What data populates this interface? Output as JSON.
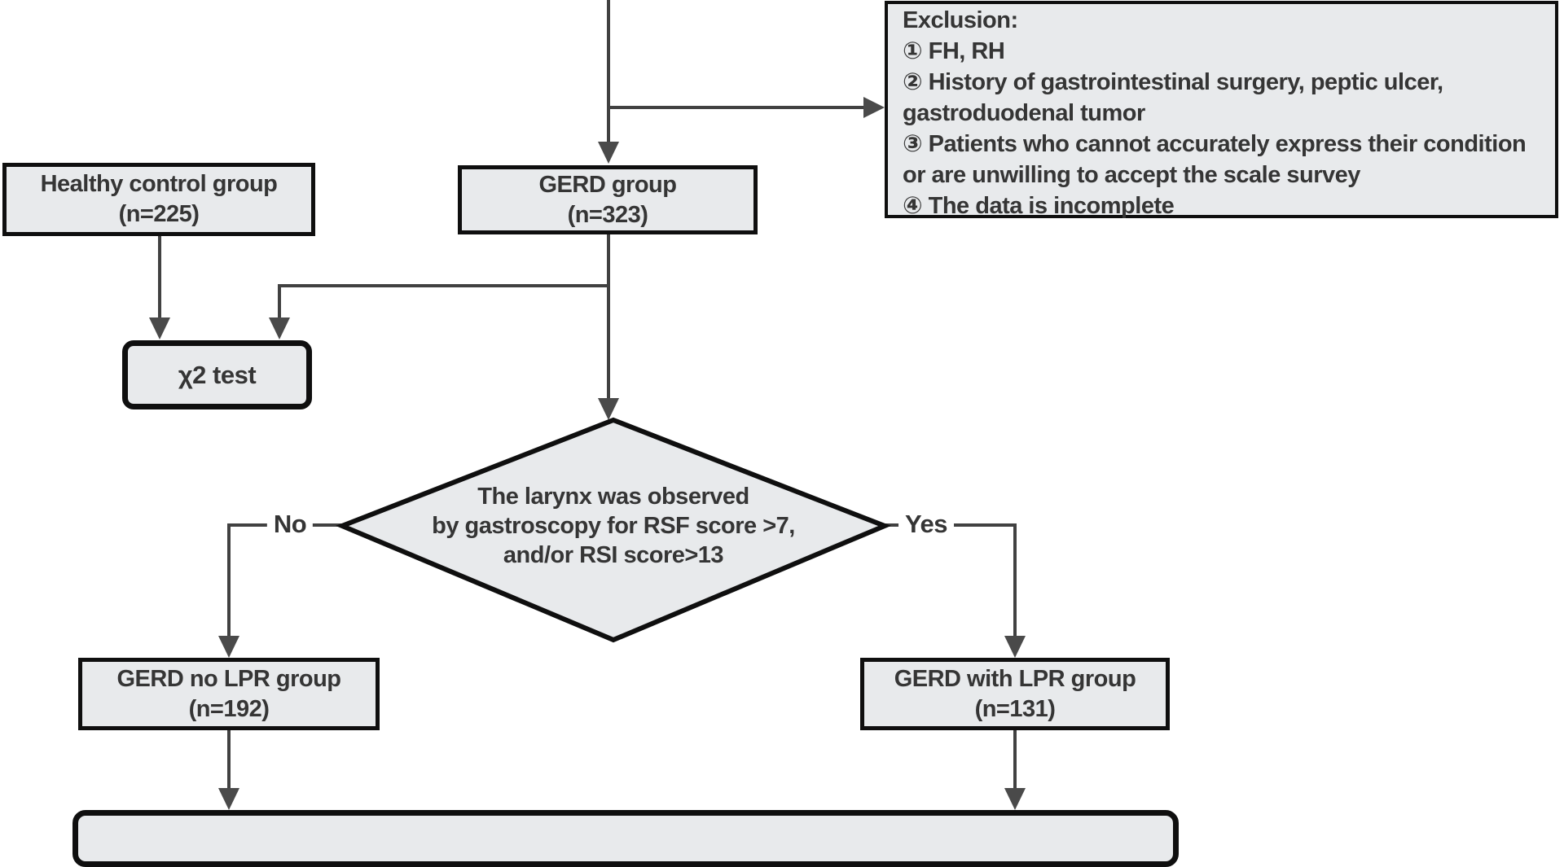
{
  "diagram": {
    "colors": {
      "node_fill": "#e8eaec",
      "node_border": "#0f0f0f",
      "connector": "#414141",
      "arrowhead": "#4a4a4a",
      "text": "#353535"
    },
    "nodes": {
      "healthy_control": {
        "title": "Healthy control group",
        "count": "(n=225)"
      },
      "gerd": {
        "title": "GERD group",
        "count": "(n=323)"
      },
      "exclusion": {
        "title": "Exclusion:",
        "items": [
          "① FH, RH",
          "② History of gastrointestinal surgery, peptic ulcer, gastroduodenal tumor",
          "③ Patients who cannot accurately express their condition or are unwilling to accept the scale survey",
          "④ The data is incomplete"
        ]
      },
      "chi_square": {
        "title": "χ2 test"
      },
      "decision": {
        "line1": "The larynx was observed",
        "line2": "by gastroscopy for RSF score >7,",
        "line3": "and/or RSI score>13"
      },
      "gerd_no_lpr": {
        "title": "GERD no LPR group",
        "count": "(n=192)"
      },
      "gerd_with_lpr": {
        "title": "GERD with LPR group",
        "count": "(n=131)"
      }
    },
    "edge_labels": {
      "no": "No",
      "yes": "Yes"
    }
  }
}
